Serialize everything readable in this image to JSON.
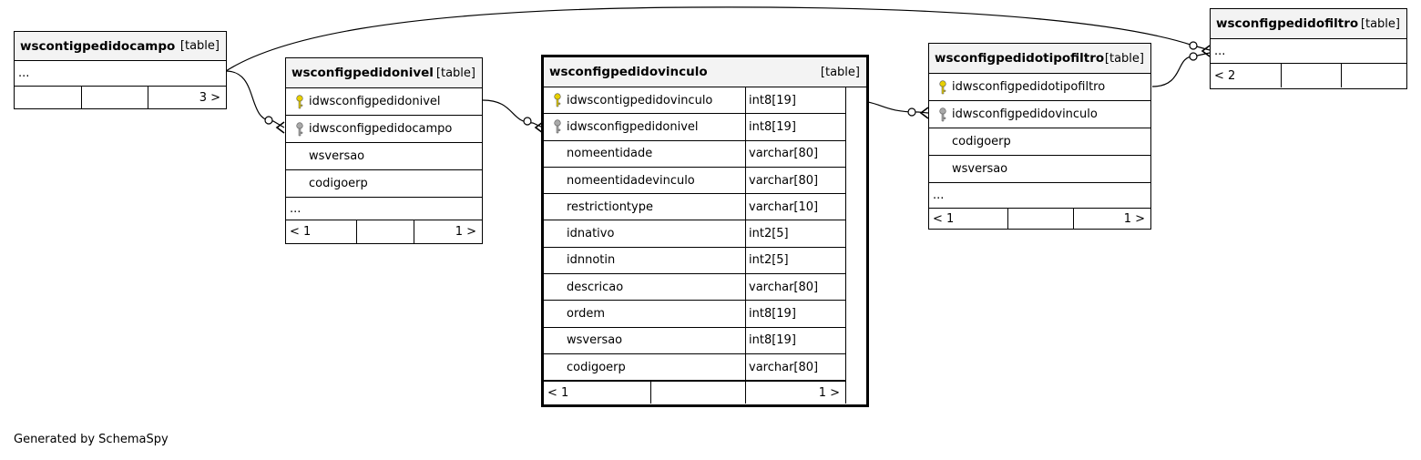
{
  "footer_text": "Generated by SchemaSpy",
  "tables": {
    "campo": {
      "name": "wscontigpedidocampo",
      "type": "[table]",
      "ellipsis": "...",
      "footer": {
        "left": "",
        "middle": "",
        "right": "3 >"
      }
    },
    "nivel": {
      "name": "wsconfigpedidonivel",
      "type": "[table]",
      "columns": [
        {
          "name": "idwsconfigpedidonivel",
          "key": "primary-key"
        },
        {
          "name": "idwsconfigpedidocampo",
          "key": "foreign-key"
        },
        {
          "name": "wsversao",
          "key": ""
        },
        {
          "name": "codigoerp",
          "key": ""
        }
      ],
      "ellipsis": "...",
      "footer": {
        "left": "< 1",
        "middle": "",
        "right": "1 >"
      }
    },
    "vinculo": {
      "name": "wsconfigpedidovinculo",
      "type": "[table]",
      "columns": [
        {
          "name": "idwscontigpedidovinculo",
          "datatype": "int8[19]",
          "key": "primary-key"
        },
        {
          "name": "idwsconfigpedidonivel",
          "datatype": "int8[19]",
          "key": "foreign-key"
        },
        {
          "name": "nomeentidade",
          "datatype": "varchar[80]",
          "key": ""
        },
        {
          "name": "nomeentidadevinculo",
          "datatype": "varchar[80]",
          "key": ""
        },
        {
          "name": "restrictiontype",
          "datatype": "varchar[10]",
          "key": ""
        },
        {
          "name": "idnativo",
          "datatype": "int2[5]",
          "key": ""
        },
        {
          "name": "idnnotin",
          "datatype": "int2[5]",
          "key": ""
        },
        {
          "name": "descricao",
          "datatype": "varchar[80]",
          "key": ""
        },
        {
          "name": "ordem",
          "datatype": "int8[19]",
          "key": ""
        },
        {
          "name": "wsversao",
          "datatype": "int8[19]",
          "key": ""
        },
        {
          "name": "codigoerp",
          "datatype": "varchar[80]",
          "key": ""
        }
      ],
      "footer": {
        "left": "< 1",
        "middle": "",
        "right": "1 >"
      }
    },
    "tipofiltro": {
      "name": "wsconfigpedidotipofiltro",
      "type": "[table]",
      "columns": [
        {
          "name": "idwsconfigpedidotipofiltro",
          "key": "primary-key"
        },
        {
          "name": "idwsconfigpedidovinculo",
          "key": "foreign-key"
        },
        {
          "name": "codigoerp",
          "key": ""
        },
        {
          "name": "wsversao",
          "key": ""
        }
      ],
      "ellipsis": "...",
      "footer": {
        "left": "< 1",
        "middle": "",
        "right": "1 >"
      }
    },
    "filtro": {
      "name": "wsconfigpedidofiltro",
      "type": "[table]",
      "ellipsis": "...",
      "footer": {
        "left": "< 2",
        "middle": "",
        "right": ""
      }
    }
  },
  "colors": {
    "primary_key_icon": "#e8d000",
    "foreign_key_icon": "#a9a9a9",
    "header_fill": "#f3f3f3",
    "line": "#000000"
  }
}
